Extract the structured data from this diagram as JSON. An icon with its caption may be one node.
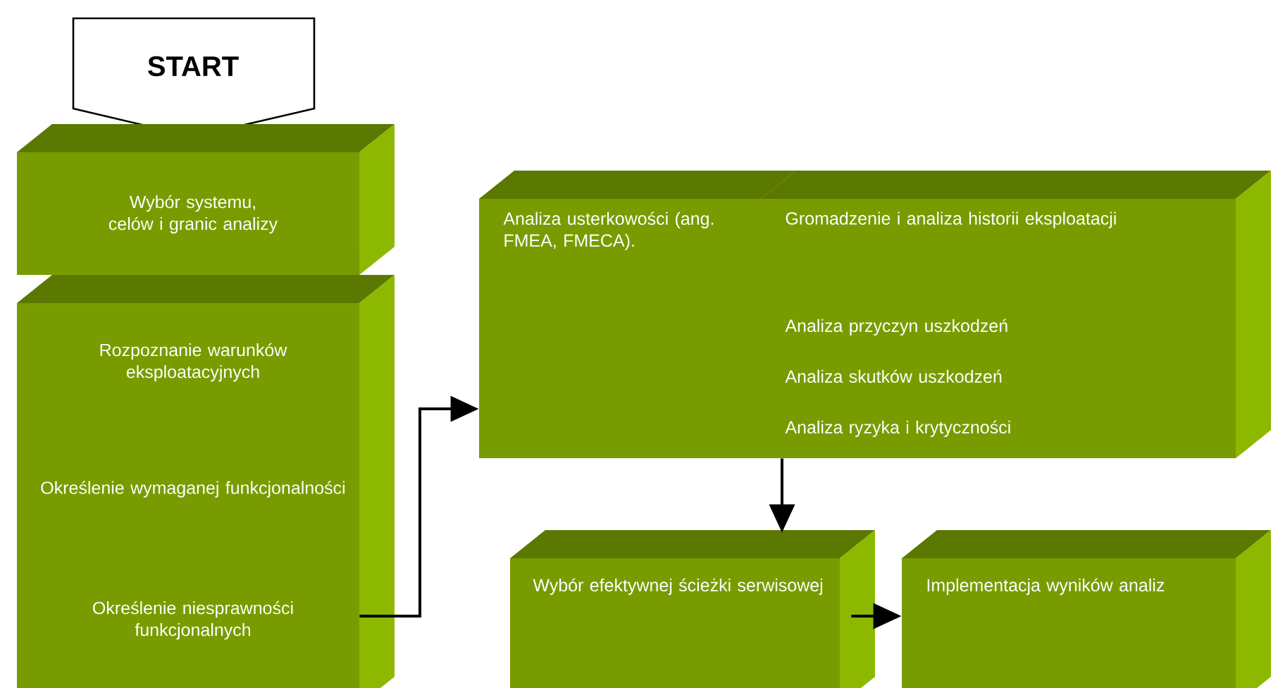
{
  "diagram": {
    "nodes": [
      {
        "text": [
          "START"
        ]
      },
      {
        "text": [
          "Wybór systemu, celów i granic analizy"
        ]
      },
      {
        "text": [
          "Rozpoznanie warunków eksploatacyjnych",
          "Określenie wymaganej funkcjonalności",
          "Określenie niesprawności funkcjonalnych"
        ]
      },
      {
        "text": [
          "Analiza usterkowości (ang. FMEA, FMECA).",
          "Gromadzenie i analiza historii eksploatacji",
          "Analiza przyczyn uszkodzeń",
          "Analiza skutków uszkodzeń",
          "Analiza ryzyka i krytyczności"
        ]
      },
      {
        "text": [
          "Wybór efektywnej ścieżki serwisowej"
        ]
      },
      {
        "text": [
          "Implementacja wyników analiz"
        ]
      }
    ],
    "edges": [
      {
        "from": 2,
        "to": 3,
        "arrow": "to"
      },
      {
        "from": 3,
        "to": 4,
        "arrow": "to"
      },
      {
        "from": 4,
        "to": 5,
        "arrow": "to"
      }
    ]
  }
}
